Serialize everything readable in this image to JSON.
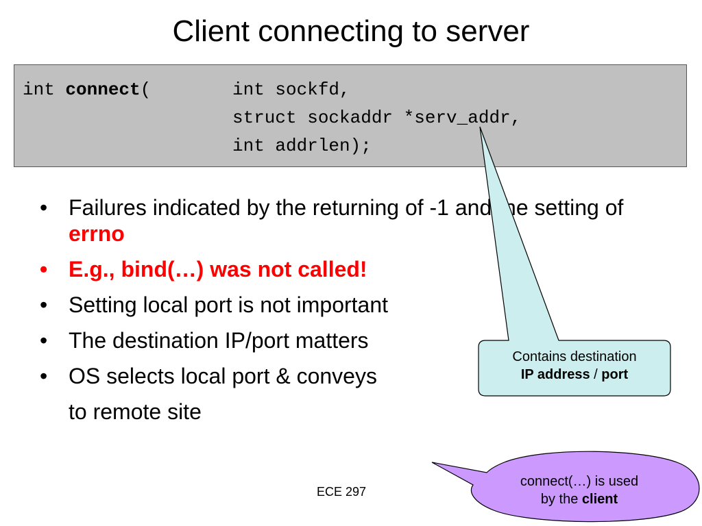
{
  "title": "Client connecting to server",
  "code": {
    "ret_type": "int ",
    "fn_name": "connect",
    "open": "(",
    "param1": "int sockfd,",
    "param2": "struct sockaddr *serv_addr,",
    "param3": "int addrlen);"
  },
  "bullets": {
    "b1_text": "Failures indicated by the returning of -1 and the setting of ",
    "b1_highlight": "errno",
    "b2": "E.g., bind(…) was not called!",
    "b3": "Setting local port is not important",
    "b4": "The destination IP/port matters",
    "b5_line1": "OS selects local port & conveys",
    "b5_line2": "to remote site",
    "marker": "•"
  },
  "callout": {
    "line1": "Contains destination",
    "bold1": "IP address",
    "sep": " / ",
    "bold2": "port"
  },
  "bubble": {
    "line1": "connect(…) is used",
    "line2": "by the ",
    "bold": "client"
  },
  "footer": "ECE 297",
  "colors": {
    "code_bg": "#c0c0c0",
    "callout_fill": "#cceeee",
    "bubble_fill": "#cc99ff",
    "highlight": "#ff0000"
  }
}
